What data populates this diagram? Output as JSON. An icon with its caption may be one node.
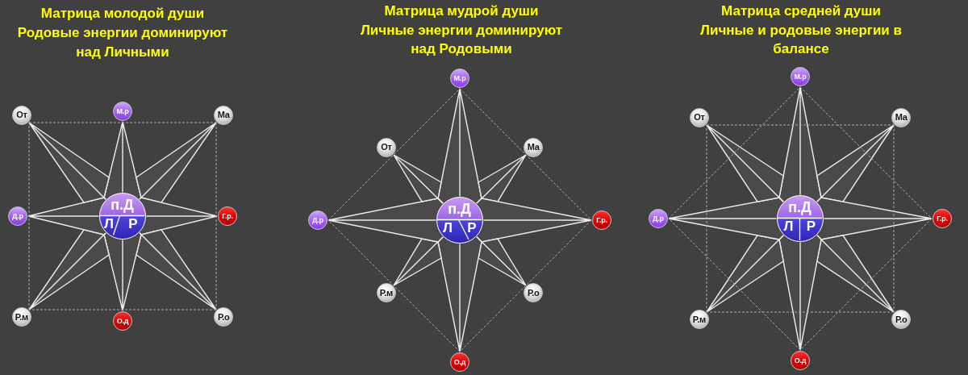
{
  "diagram": {
    "nodes": [
      {
        "text": [
          "От"
        ]
      },
      {
        "text": [
          "М.р"
        ]
      },
      {
        "text": [
          "Ма"
        ]
      },
      {
        "text": [
          "Д.р"
        ]
      },
      {
        "text": [
          "п.Д",
          "Л",
          "Р"
        ]
      },
      {
        "text": [
          "Г.р."
        ]
      },
      {
        "text": [
          "Р.м"
        ]
      },
      {
        "text": [
          "О.д"
        ]
      },
      {
        "text": [
          "Р.о"
        ]
      },
      {
        "text": [
          "М.р"
        ]
      },
      {
        "text": [
          "От"
        ]
      },
      {
        "text": [
          "Ма"
        ]
      },
      {
        "text": [
          "Д.р"
        ]
      },
      {
        "text": [
          "п.Д",
          "Л",
          "Р"
        ]
      },
      {
        "text": [
          "Г.р."
        ]
      },
      {
        "text": [
          "Р.м"
        ]
      },
      {
        "text": [
          "Р.о"
        ]
      },
      {
        "text": [
          "О.д"
        ]
      },
      {
        "text": [
          "М.р"
        ]
      },
      {
        "text": [
          "От"
        ]
      },
      {
        "text": [
          "Ма"
        ]
      },
      {
        "text": [
          "Д.р"
        ]
      },
      {
        "text": [
          "п.Д",
          "Л",
          "Р"
        ]
      },
      {
        "text": [
          "Г.р."
        ]
      },
      {
        "text": [
          "Р.м"
        ]
      },
      {
        "text": [
          "Р.о"
        ]
      },
      {
        "text": [
          "О.д"
        ]
      }
    ],
    "edges": [
      {
        "from": 4,
        "to": 1,
        "arrow": "none"
      },
      {
        "from": 4,
        "to": 2,
        "arrow": "none"
      },
      {
        "from": 4,
        "to": 5,
        "arrow": "none"
      },
      {
        "from": 4,
        "to": 8,
        "arrow": "none"
      },
      {
        "from": 4,
        "to": 7,
        "arrow": "none"
      },
      {
        "from": 4,
        "to": 6,
        "arrow": "none"
      },
      {
        "from": 4,
        "to": 3,
        "arrow": "none"
      },
      {
        "from": 4,
        "to": 0,
        "arrow": "none"
      },
      {
        "from": 0,
        "to": 2,
        "arrow": "none",
        "style": "dashed"
      },
      {
        "from": 2,
        "to": 8,
        "arrow": "none",
        "style": "dashed"
      },
      {
        "from": 8,
        "to": 6,
        "arrow": "none",
        "style": "dashed"
      },
      {
        "from": 6,
        "to": 0,
        "arrow": "none",
        "style": "dashed"
      },
      {
        "from": 13,
        "to": 9,
        "arrow": "none"
      },
      {
        "from": 13,
        "to": 11,
        "arrow": "none"
      },
      {
        "from": 13,
        "to": 14,
        "arrow": "none"
      },
      {
        "from": 13,
        "to": 16,
        "arrow": "none"
      },
      {
        "from": 13,
        "to": 17,
        "arrow": "none"
      },
      {
        "from": 13,
        "to": 15,
        "arrow": "none"
      },
      {
        "from": 13,
        "to": 12,
        "arrow": "none"
      },
      {
        "from": 13,
        "to": 10,
        "arrow": "none"
      },
      {
        "from": 9,
        "to": 14,
        "arrow": "none",
        "style": "dashed"
      },
      {
        "from": 14,
        "to": 17,
        "arrow": "none",
        "style": "dashed"
      },
      {
        "from": 17,
        "to": 12,
        "arrow": "none",
        "style": "dashed"
      },
      {
        "from": 12,
        "to": 9,
        "arrow": "none",
        "style": "dashed"
      },
      {
        "from": 22,
        "to": 18,
        "arrow": "none"
      },
      {
        "from": 22,
        "to": 20,
        "arrow": "none"
      },
      {
        "from": 22,
        "to": 23,
        "arrow": "none"
      },
      {
        "from": 22,
        "to": 25,
        "arrow": "none"
      },
      {
        "from": 22,
        "to": 26,
        "arrow": "none"
      },
      {
        "from": 22,
        "to": 24,
        "arrow": "none"
      },
      {
        "from": 22,
        "to": 21,
        "arrow": "none"
      },
      {
        "from": 22,
        "to": 19,
        "arrow": "none"
      },
      {
        "from": 19,
        "to": 20,
        "arrow": "none",
        "style": "dashed"
      },
      {
        "from": 20,
        "to": 25,
        "arrow": "none",
        "style": "dashed"
      },
      {
        "from": 25,
        "to": 24,
        "arrow": "none",
        "style": "dashed"
      },
      {
        "from": 24,
        "to": 19,
        "arrow": "none",
        "style": "dashed"
      },
      {
        "from": 18,
        "to": 23,
        "arrow": "none",
        "style": "dashed"
      },
      {
        "from": 23,
        "to": 26,
        "arrow": "none",
        "style": "dashed"
      },
      {
        "from": 26,
        "to": 21,
        "arrow": "none",
        "style": "dashed"
      },
      {
        "from": 21,
        "to": 18,
        "arrow": "none",
        "style": "dashed"
      }
    ],
    "labels": [
      "Матрица молодой души",
      "Родовые энергии доминируют над Личными",
      "Матрица мудрой души",
      "Личные энергии доминируют над Родовыми",
      "Матрица средней души",
      "Личные и родовые энергии в балансе"
    ]
  }
}
